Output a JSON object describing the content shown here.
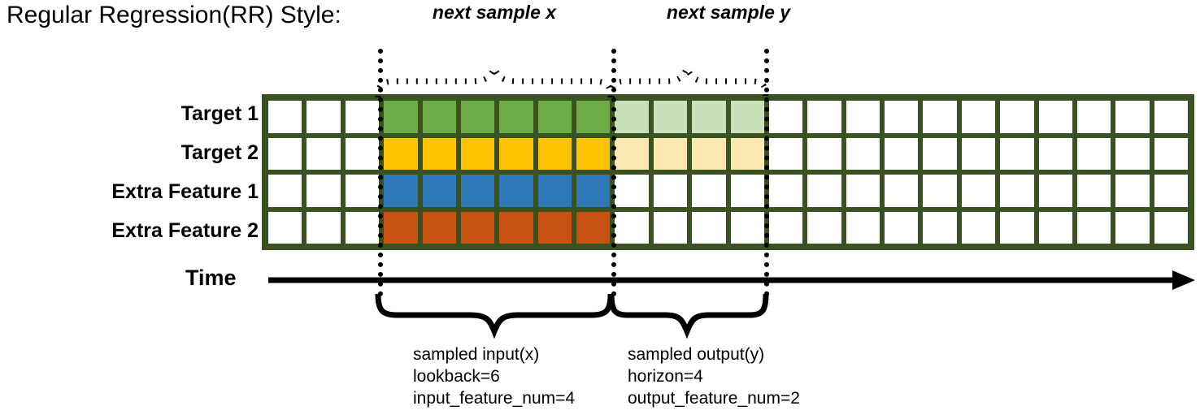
{
  "title": "Regular Regression(RR) Style:",
  "rows": [
    {
      "label": "Target 1",
      "color_key": "green"
    },
    {
      "label": "Target 2",
      "color_key": "yellow"
    },
    {
      "label": "Extra Feature 1",
      "color_key": "blue"
    },
    {
      "label": "Extra Feature 2",
      "color_key": "orange"
    }
  ],
  "grid": {
    "total_columns": 24,
    "lead_blank_columns": 3,
    "input_columns": 6,
    "output_columns": 4,
    "trailing_blank_columns": 11,
    "fill": [
      [
        "white",
        "white",
        "white",
        "green",
        "green",
        "green",
        "green",
        "green",
        "green",
        "green-light",
        "green-light",
        "green-light",
        "green-light",
        "white",
        "white",
        "white",
        "white",
        "white",
        "white",
        "white",
        "white",
        "white",
        "white",
        "white"
      ],
      [
        "white",
        "white",
        "white",
        "yellow",
        "yellow",
        "yellow",
        "yellow",
        "yellow",
        "yellow",
        "yellow-light",
        "yellow-light",
        "yellow-light",
        "yellow-light",
        "white",
        "white",
        "white",
        "white",
        "white",
        "white",
        "white",
        "white",
        "white",
        "white",
        "white"
      ],
      [
        "white",
        "white",
        "white",
        "blue",
        "blue",
        "blue",
        "blue",
        "blue",
        "blue",
        "white",
        "white",
        "white",
        "white",
        "white",
        "white",
        "white",
        "white",
        "white",
        "white",
        "white",
        "white",
        "white",
        "white",
        "white"
      ],
      [
        "white",
        "white",
        "white",
        "orange",
        "orange",
        "orange",
        "orange",
        "orange",
        "orange",
        "white",
        "white",
        "white",
        "white",
        "white",
        "white",
        "white",
        "white",
        "white",
        "white",
        "white",
        "white",
        "white",
        "white",
        "white"
      ]
    ]
  },
  "colors": {
    "green": "#6cab46",
    "green-light": "#c7e0b8",
    "yellow": "#fdc300",
    "yellow-light": "#fce8b0",
    "blue": "#2e78b8",
    "orange": "#c65111",
    "white": "#ffffff",
    "grid_border": "#3a5121",
    "annotation": "#000000"
  },
  "top_annotations": [
    {
      "label": "next sample x"
    },
    {
      "label": "next sample y"
    }
  ],
  "time_axis": {
    "label": "Time"
  },
  "bottom_annotations": [
    {
      "title": "sampled input(x)",
      "line2": "lookback=6",
      "line3": "input_feature_num=4"
    },
    {
      "title": "sampled output(y)",
      "line2": "horizon=4",
      "line3": "output_feature_num=2"
    }
  ]
}
